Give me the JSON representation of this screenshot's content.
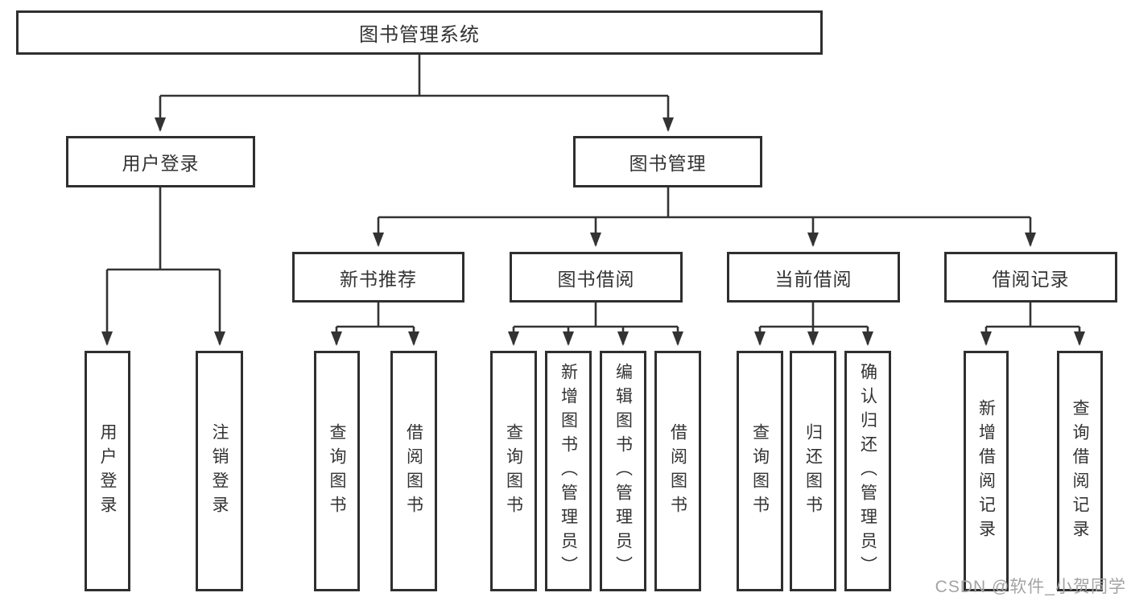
{
  "diagram": {
    "root": "图书管理系统",
    "level2": [
      "用户登录",
      "图书管理"
    ],
    "level3": [
      "新书推荐",
      "图书借阅",
      "当前借阅",
      "借阅记录"
    ],
    "leaves": [
      "用户登录",
      "注销登录",
      "查询图书",
      "借阅图书",
      "查询图书",
      "新增图书（管理员）",
      "编辑图书（管理员）",
      "借阅图书",
      "查询图书",
      "归还图书",
      "确认归还（管理员）",
      "新增借阅记录",
      "查询借阅记录"
    ]
  },
  "watermark": "CSDN @软件_小贺同学",
  "colors": {
    "line": "#333333",
    "box_border": "#2f2f2f",
    "text": "#333333",
    "watermark": "#a3a3a3",
    "background": "#ffffff"
  }
}
